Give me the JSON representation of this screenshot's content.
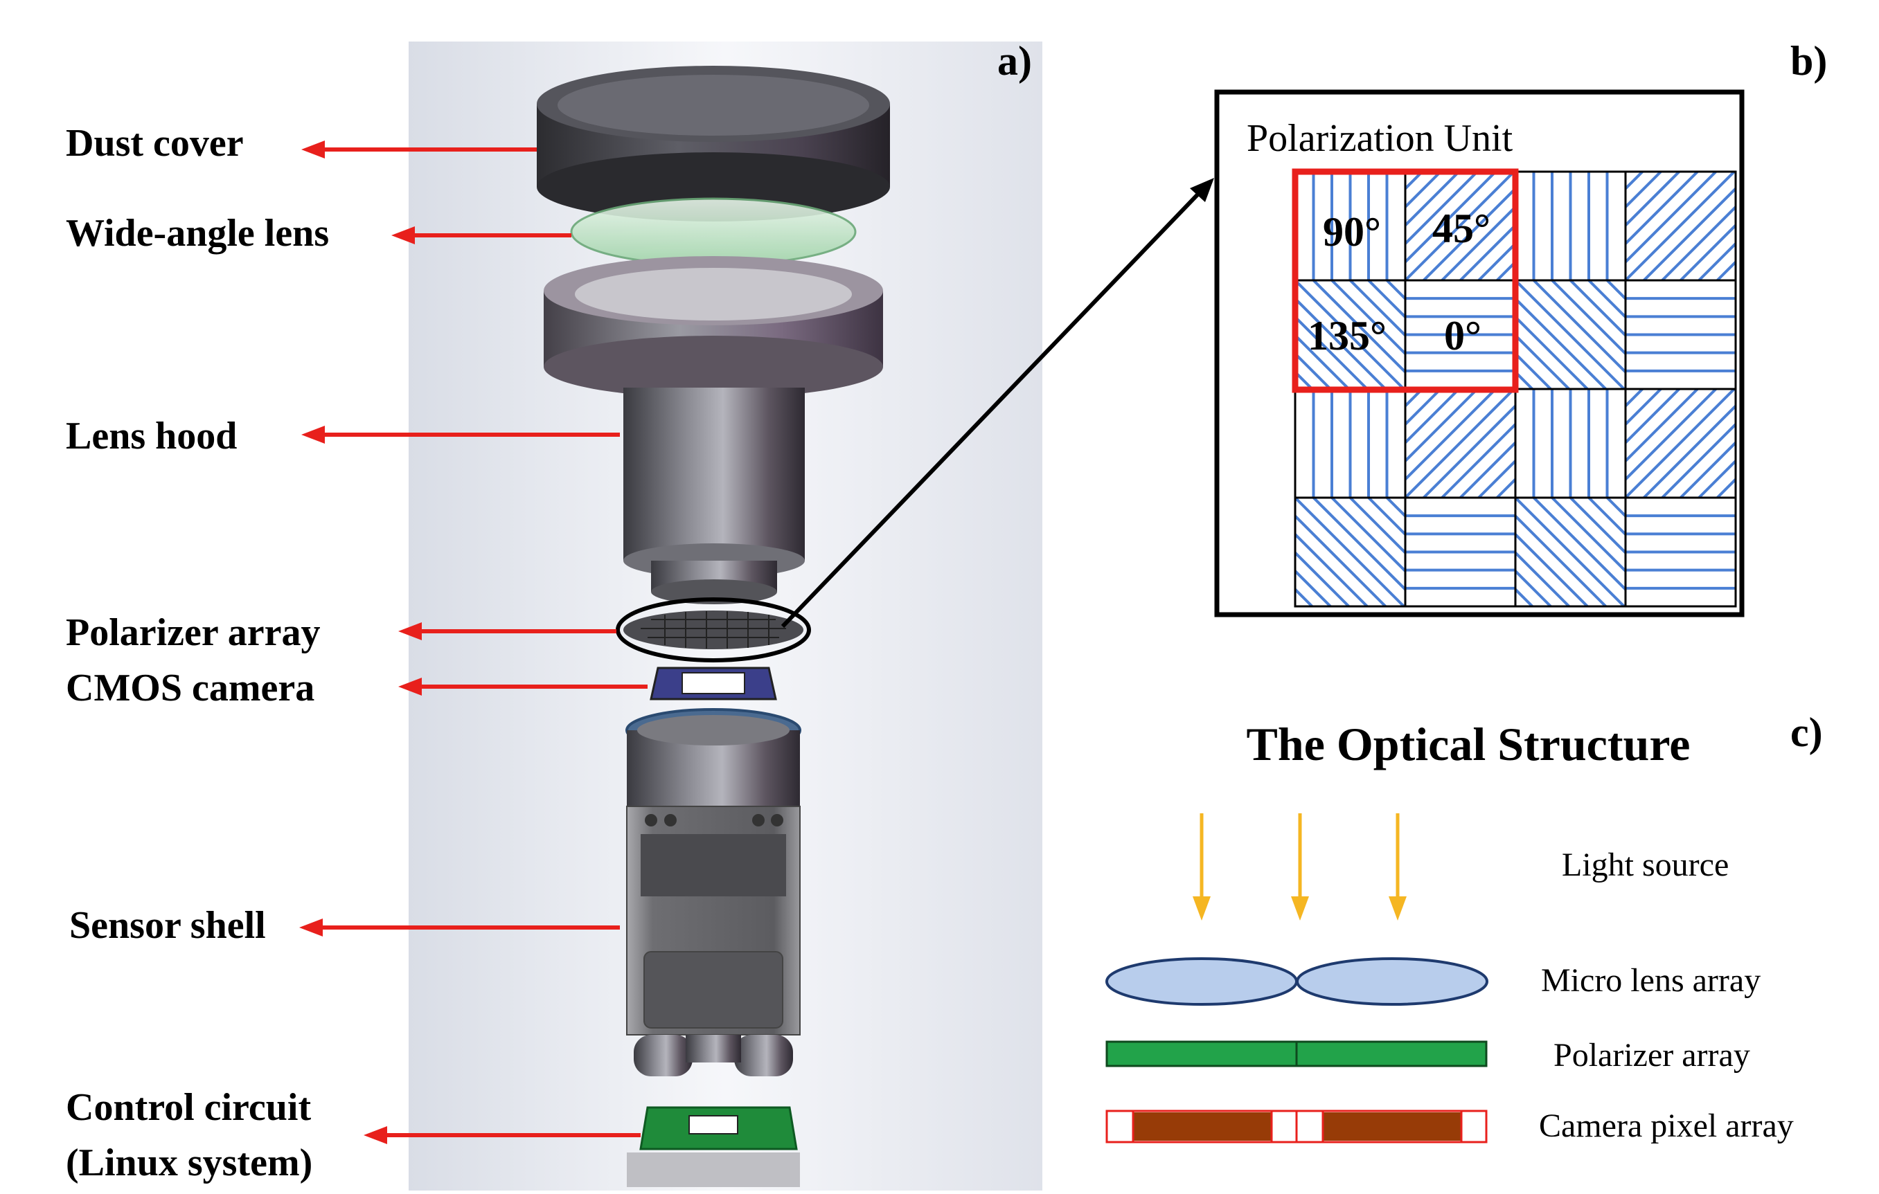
{
  "panels": {
    "a": "a)",
    "b": "b)",
    "c": "c)"
  },
  "components": [
    {
      "id": "dust-cover",
      "label": "Dust cover"
    },
    {
      "id": "wide-angle-lens",
      "label": "Wide-angle lens"
    },
    {
      "id": "lens-hood",
      "label": "Lens hood"
    },
    {
      "id": "polarizer-array",
      "label": "Polarizer array"
    },
    {
      "id": "cmos-camera",
      "label": "CMOS camera"
    },
    {
      "id": "sensor-shell",
      "label": "Sensor shell"
    },
    {
      "id": "control-circuit",
      "label": "Control circuit",
      "sublabel": "(Linux system)"
    }
  ],
  "polarization_unit": {
    "title": "Polarization Unit",
    "angles": [
      "90°",
      "45°",
      "135°",
      "0°"
    ]
  },
  "optical_structure": {
    "title": "The Optical Structure",
    "layers": [
      "Light source",
      "Micro lens array",
      "Polarizer array",
      "Camera pixel array"
    ]
  },
  "colors": {
    "arrow_red": "#e8201c",
    "grid_line_blue": "#4a7fd4",
    "unit_highlight_red": "#e8201c",
    "light_arrow_yellow": "#f5b622",
    "micro_lens_fill": "#b8cdec",
    "polarizer_green": "#22a34a",
    "pixel_brown": "#973b07",
    "pixel_border_red": "#e8201c"
  }
}
